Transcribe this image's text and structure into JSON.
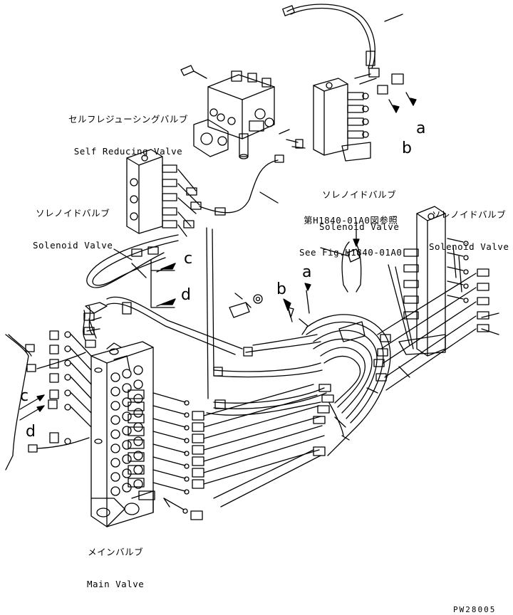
{
  "labels": {
    "self_reducing_valve": {
      "ja": "セルフレジューシングバルブ",
      "en": "Self Reducing Valve"
    },
    "solenoid_valve_upper": {
      "ja": "ソレノイドバルブ",
      "en": "Solenoid Valve"
    },
    "solenoid_valve_left": {
      "ja": "ソレノイドバルブ",
      "en": "Solenoid Valve"
    },
    "solenoid_valve_right": {
      "ja": "ソレノイドバルブ",
      "en": "Solenoid Valve"
    },
    "see_fig": {
      "ja": "第H1840-01A0図参照",
      "en": "See Fig.H1840-01A0"
    },
    "main_valve": {
      "ja": "メインバルブ",
      "en": "Main Valve"
    }
  },
  "callouts": {
    "a_upper": "a",
    "b_upper": "b",
    "a_mid": "a",
    "b_mid": "b",
    "c_mid": "c",
    "d_mid": "d",
    "c_left": "c",
    "d_left": "d"
  },
  "drawing_code": "PW28005",
  "colors": {
    "line": "#000000",
    "background": "#ffffff"
  }
}
